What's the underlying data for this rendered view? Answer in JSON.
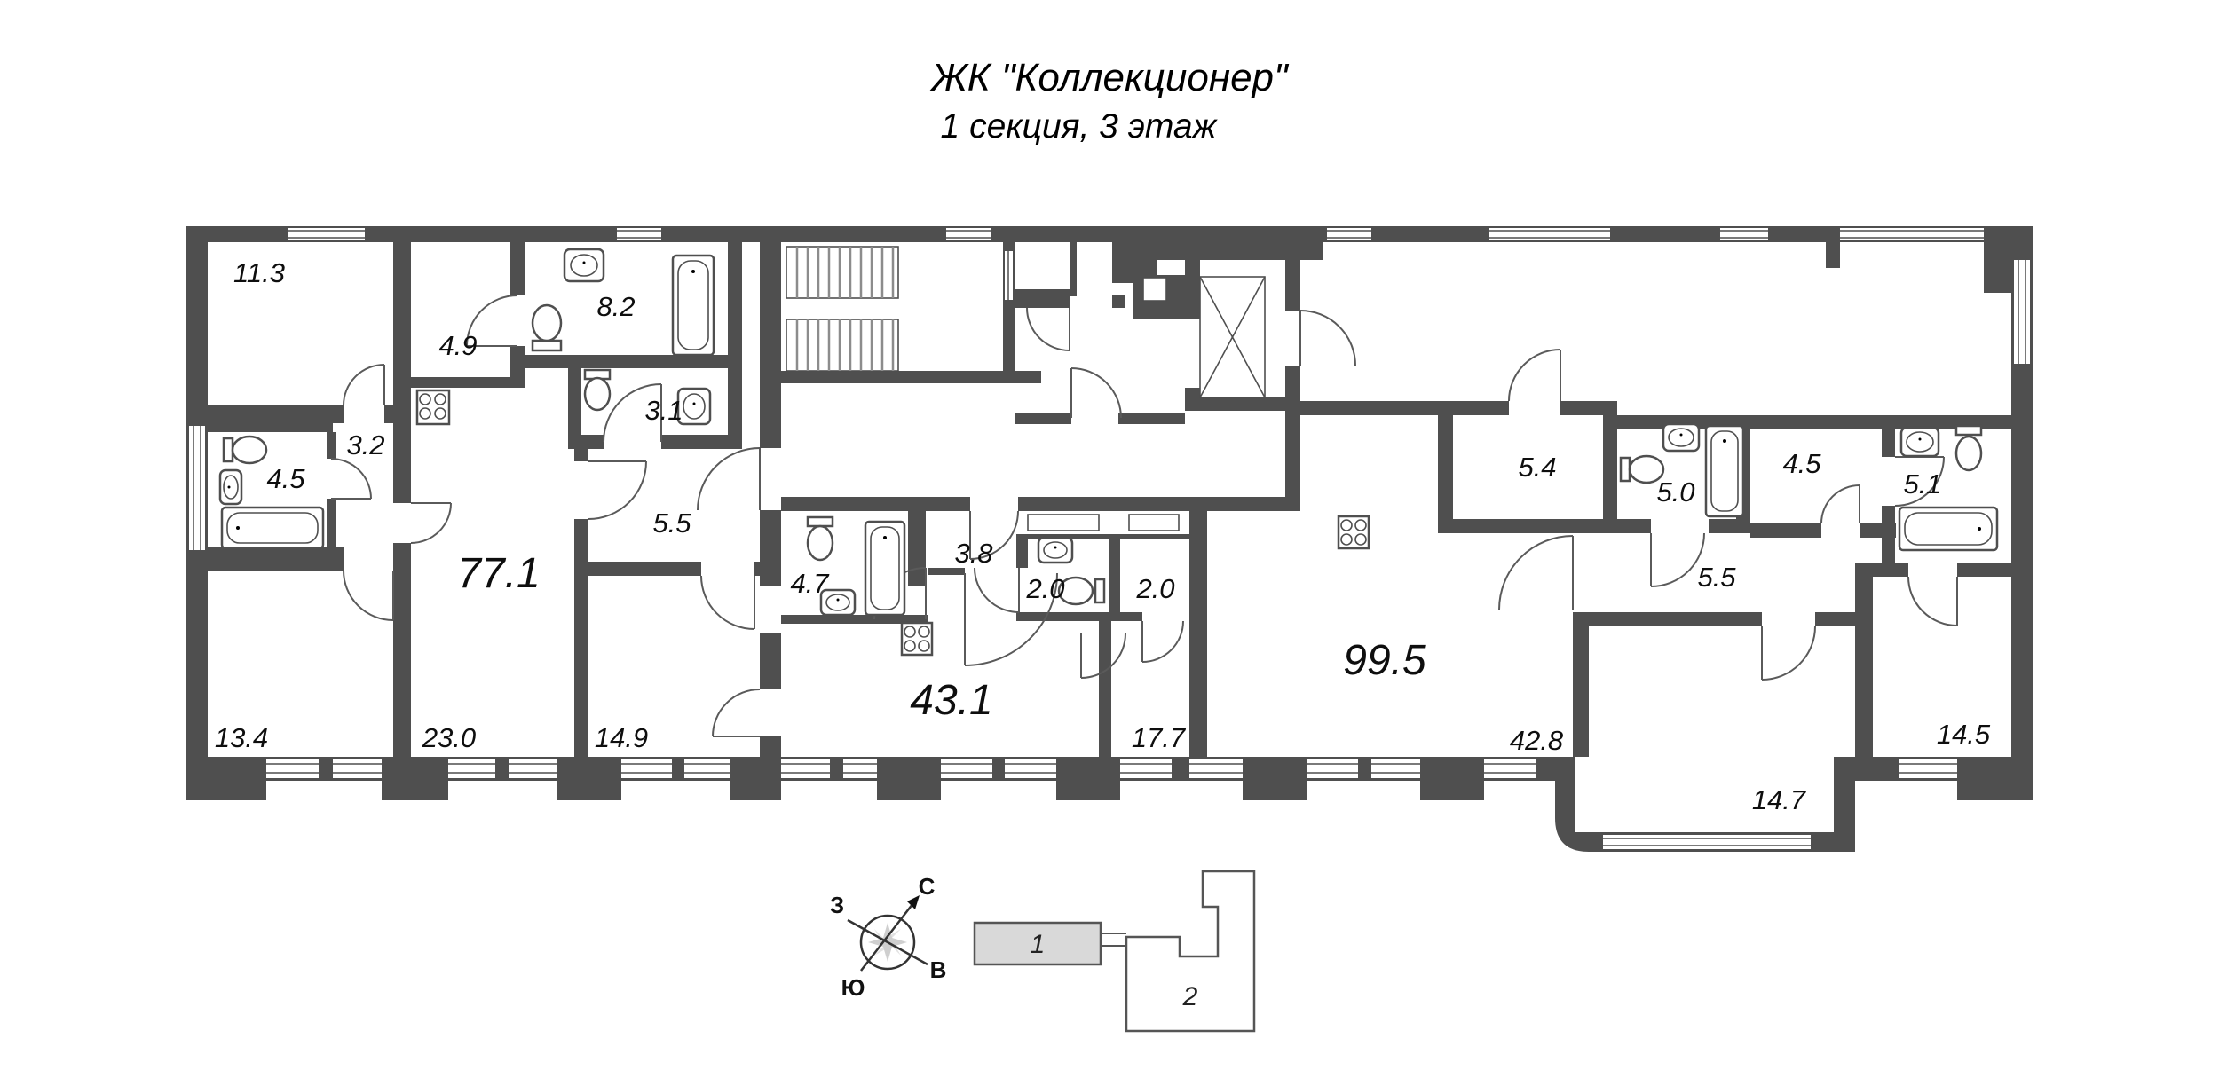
{
  "title": {
    "line1": "ЖК \"Коллекционер\"",
    "line2": "1 секция, 3 этаж"
  },
  "plan": {
    "labels": {
      "r11_3": "11.3",
      "r4_9": "4.9",
      "r8_2": "8.2",
      "r3_1": "3.1",
      "r3_2": "3.2",
      "r4_5a": "4.5",
      "r13_4": "13.4",
      "r23_0": "23.0",
      "r5_5a": "5.5",
      "r77_1": "77.1",
      "r14_9": "14.9",
      "r4_7": "4.7",
      "r3_8": "3.8",
      "r2_0a": "2.0",
      "r2_0b": "2.0",
      "r43_1": "43.1",
      "r17_7": "17.7",
      "r5_4": "5.4",
      "r5_0": "5.0",
      "r4_5b": "4.5",
      "r5_1": "5.1",
      "r5_5b": "5.5",
      "r99_5": "99.5",
      "r42_8": "42.8",
      "r14_7": "14.7",
      "r14_5": "14.5"
    }
  },
  "compass": {
    "north": "С",
    "south": "Ю",
    "west": "З",
    "east": "В"
  },
  "key_plan": {
    "section_1": "1",
    "section_2": "2"
  },
  "colors": {
    "wall": "#4f4f4f",
    "keyplan_section_fill": "#d9d9d9"
  }
}
